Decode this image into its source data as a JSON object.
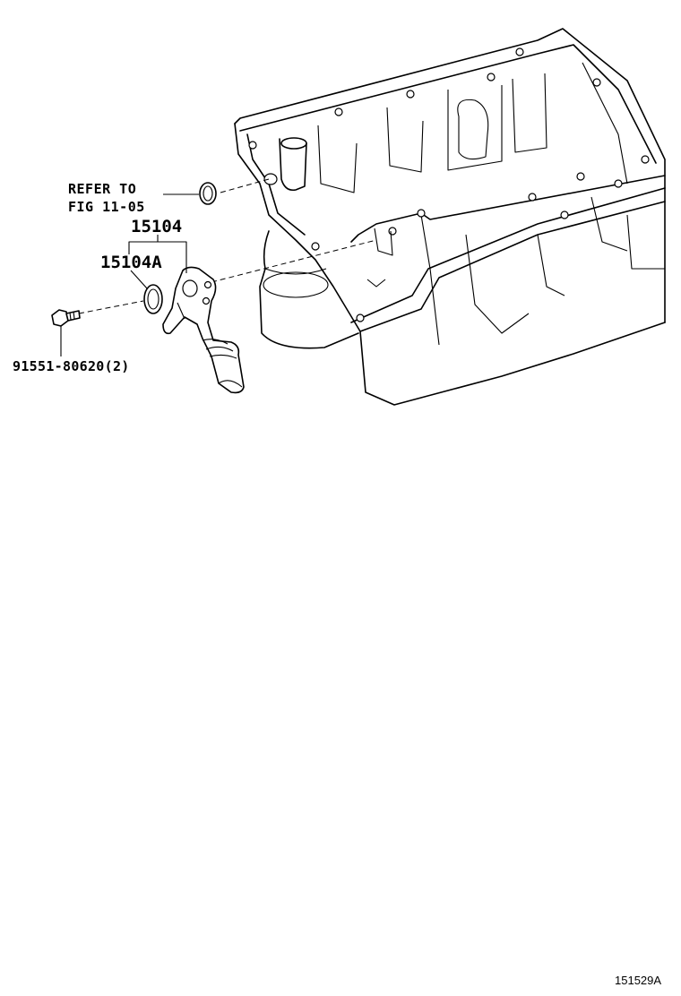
{
  "labels": {
    "refer_line1": "REFER TO",
    "refer_line2": "FIG 11-05",
    "part_main": "15104",
    "part_sub": "15104A",
    "part_bolt": "91551-80620(2)"
  },
  "figure_id": "151529A"
}
